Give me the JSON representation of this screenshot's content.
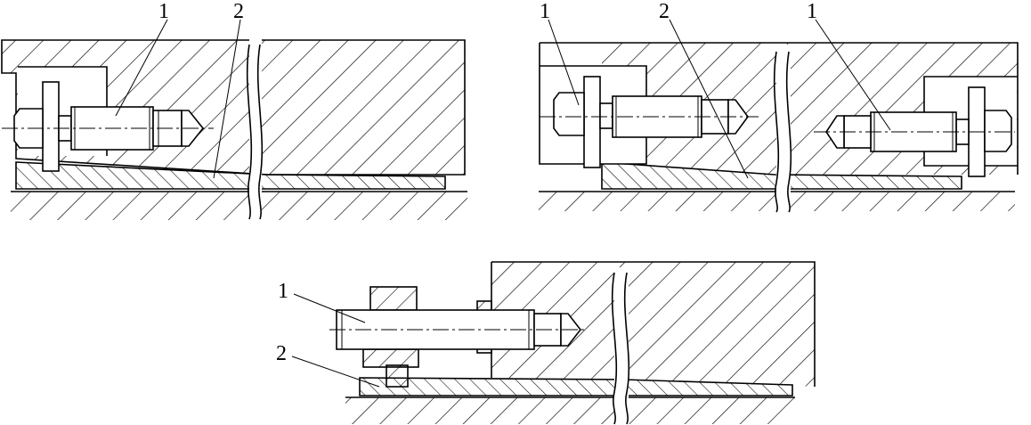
{
  "figure": {
    "panels": [
      {
        "id": "single-wedge-left-screw",
        "callouts": [
          "1",
          "2"
        ]
      },
      {
        "id": "double-screw-adjustment",
        "callouts": [
          "1",
          "2",
          "1"
        ]
      },
      {
        "id": "nut-adjusted-wedge",
        "callouts": [
          "1",
          "2"
        ]
      }
    ]
  }
}
